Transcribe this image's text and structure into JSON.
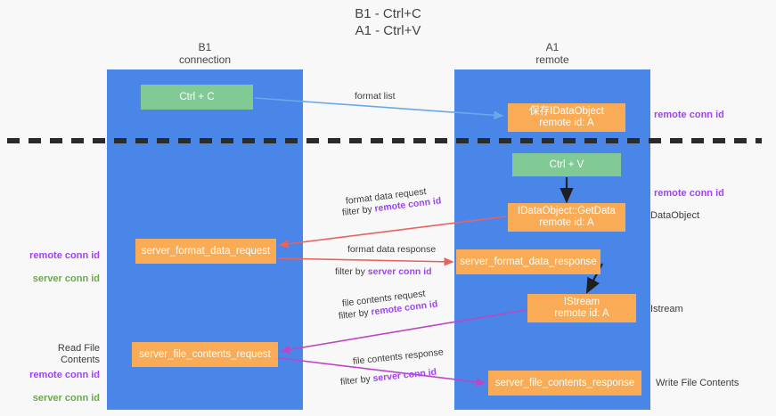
{
  "title": "B1 - Ctrl+C\nA1 - Ctrl+V",
  "lanes": [
    {
      "id": "b1",
      "label": "B1\nconnection",
      "color": "#4a86e8"
    },
    {
      "id": "a1",
      "label": "A1\nremote",
      "color": "#4a86e8"
    }
  ],
  "nodes": {
    "ctrl_c": {
      "label": "Ctrl + C",
      "color": "#81c995"
    },
    "save_idataobject": {
      "label": "保存IDataObject\nremote id: A",
      "color": "#f9ab55"
    },
    "ctrl_v": {
      "label": "Ctrl + V",
      "color": "#81c995"
    },
    "getdata": {
      "label": "IDataObject::GetData\nremote id: A",
      "color": "#f9ab55"
    },
    "server_format_data_request": {
      "label": "server_format_data_request",
      "color": "#f9ab55"
    },
    "server_format_data_response": {
      "label": "server_format_data_response",
      "color": "#f9ab55"
    },
    "istream": {
      "label": "IStream\nremote id: A",
      "color": "#f9ab55"
    },
    "server_file_contents_request": {
      "label": "server_file_contents_request",
      "color": "#f9ab55"
    },
    "server_file_contents_response": {
      "label": "server_file_contents_response",
      "color": "#f9ab55"
    }
  },
  "flows": {
    "format_list": {
      "label": "format list",
      "color": "#6aa8e8"
    },
    "format_data_request": {
      "line1": "format data request",
      "line2_prefix": "filter by ",
      "line2_key": "remote conn id",
      "color": "#e8635f"
    },
    "format_data_response": {
      "line1": "format data response",
      "line2_prefix": "filter by ",
      "line2_key": "server conn id",
      "color": "#e8635f"
    },
    "file_contents_request": {
      "line1": "file contents request",
      "line2_prefix": "filter by ",
      "line2_key": "remote conn id",
      "color": "#bb47c4"
    },
    "file_contents_response": {
      "line1": "file contents response",
      "line2_prefix": "filter by ",
      "line2_key": "server conn id",
      "color": "#bb47c4"
    }
  },
  "annotations": {
    "right": {
      "remote_conn_id_top": "remote conn id",
      "remote_conn_id_mid": "remote conn id",
      "dataobject": "DataObject",
      "istream": "Istream",
      "write_file_contents": "Write File Contents"
    },
    "left": {
      "remote_conn_id": "remote conn id",
      "server_conn_id": "server conn id",
      "read_file_contents": "Read File Contents",
      "remote_conn_id_2": "remote conn id",
      "server_conn_id_2": "server conn id"
    }
  },
  "colors": {
    "lane_blue": "#4a86e8",
    "node_green": "#81c995",
    "node_orange": "#f9ab55",
    "remote_conn": "#a142f4",
    "server_conn": "#6aa84f",
    "arrow_red": "#e8635f",
    "arrow_purple": "#bb47c4",
    "arrow_blue": "#6aa8e8",
    "separator": "#2b2b2b",
    "background": "#f8f8f8"
  }
}
